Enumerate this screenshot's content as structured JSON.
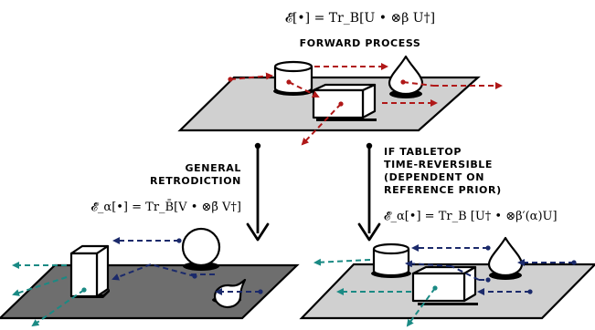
{
  "forward": {
    "formula": "𝓔[•] = Tr_B[U • ⊗β U†]",
    "label": "FORWARD PROCESS"
  },
  "general": {
    "label_line1": "GENERAL",
    "label_line2": "RETRODICTION",
    "formula": "𝓔̂_α[•] = Tr_B̄[V • ⊗β̄ V†]"
  },
  "reversible": {
    "label_line1": "IF TABLETOP",
    "label_line2": "TIME-REVERSIBLE",
    "label_line3": "(DEPENDENT ON",
    "label_line4": "REFERENCE PRIOR)",
    "formula": "𝓔̂_α[•] = Tr_B [U† • ⊗β′(α)U]"
  },
  "colors": {
    "forward_arrow": "#b01818",
    "retro_arrow_teal": "#1a8a84",
    "retro_arrow_navy": "#1b2a6b",
    "table_light": "#d0d0d0",
    "table_dark": "#6e6e6e"
  },
  "icons": [
    "cylinder-icon",
    "drop-icon",
    "box-icon",
    "sphere-icon"
  ]
}
